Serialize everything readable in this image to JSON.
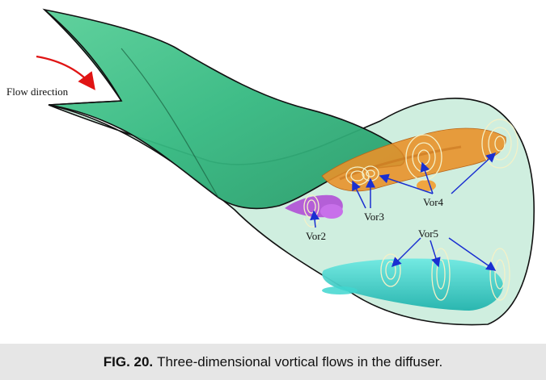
{
  "figure": {
    "flow_label": "Flow direction",
    "vortex_labels": {
      "vor2": "Vor2",
      "vor3": "Vor3",
      "vor4": "Vor4",
      "vor5": "Vor5"
    },
    "colors": {
      "diffuser_wall": "#3cbf8a",
      "diffuser_dark": "#2a9f6c",
      "diffuser_light": "#9fdcc0",
      "vortex_orange": "#e8912a",
      "vortex_purple": "#b04fd6",
      "vortex_cyan": "#3fd6cf",
      "arrow_blue": "#1a2fd1",
      "flow_arrow_red": "#e01414",
      "streamline": "#f4f1c8"
    }
  },
  "caption": {
    "label": "FIG. 20.",
    "text": "Three-dimensional vortical flows in the diffuser."
  }
}
